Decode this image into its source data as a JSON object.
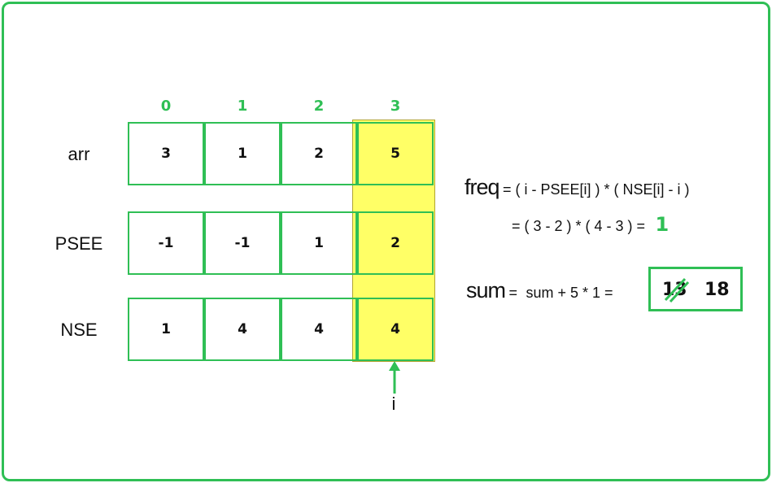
{
  "indices": [
    "0",
    "1",
    "2",
    "3"
  ],
  "rows": [
    {
      "label": "arr",
      "values": [
        "3",
        "1",
        "2",
        "5"
      ]
    },
    {
      "label": "PSEE",
      "values": [
        "-1",
        "-1",
        "1",
        "2"
      ]
    },
    {
      "label": "NSE",
      "values": [
        "1",
        "4",
        "4",
        "4"
      ]
    }
  ],
  "pointer_label": "i",
  "highlight_column": 3,
  "formula": {
    "freq_word": "freq",
    "freq_expr": "= ( i - PSEE[i] ) * ( NSE[i] - i )",
    "freq_sub": "= ( 3 -  2 ) * ( 4 - 3 )  =",
    "freq_result": "1",
    "sum_word": "sum",
    "sum_expr1": "=",
    "sum_expr2": "sum + 5 * 1 =",
    "sum_old": "13",
    "sum_new": "18"
  },
  "colors": {
    "accent": "#2fbf55",
    "highlight": "#ffff66"
  }
}
